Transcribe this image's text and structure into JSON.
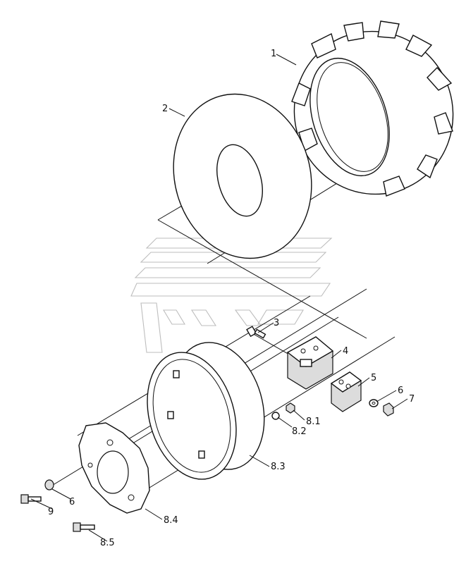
{
  "parts": [
    {
      "id": "tyre",
      "label": "1"
    },
    {
      "id": "inner-tube",
      "label": "2"
    },
    {
      "id": "bolt",
      "label": "3"
    },
    {
      "id": "hub-adapter",
      "label": "4"
    },
    {
      "id": "clamp",
      "label": "5"
    },
    {
      "id": "washer-nut-side",
      "label": "6"
    },
    {
      "id": "nut",
      "label": "7"
    },
    {
      "id": "rim-nut",
      "label": "8.1"
    },
    {
      "id": "rim-washer",
      "label": "8.2"
    },
    {
      "id": "rim",
      "label": "8.3"
    },
    {
      "id": "wheel-disc",
      "label": "8.4"
    },
    {
      "id": "disc-bolt",
      "label": "8.5"
    },
    {
      "id": "washer-bolt-side",
      "label": "6"
    },
    {
      "id": "hub-bolt",
      "label": "9"
    }
  ]
}
